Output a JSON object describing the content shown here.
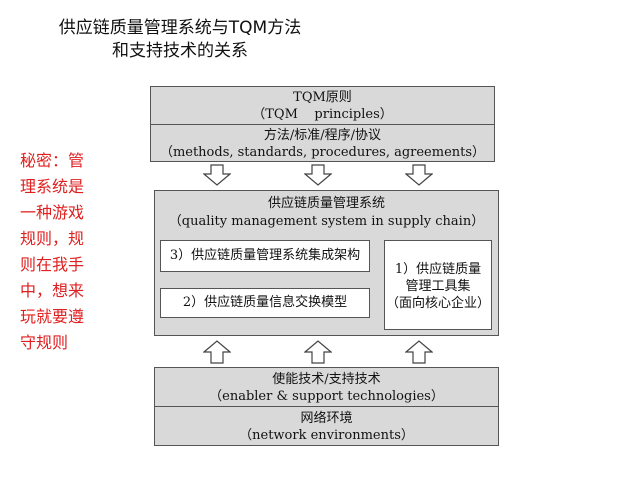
{
  "title": {
    "line1": "供应链质量管理系统与TQM方法",
    "line2": "和支持技术的关系"
  },
  "side_note": [
    "秘密：管",
    "理系统是",
    "一种游戏",
    "规则，规",
    "则在我手",
    "中，想来",
    "玩就要遵",
    "守规则"
  ],
  "tqm": {
    "principle_cn": "TQM原则",
    "principle_en": "（TQM    principles）",
    "methods_cn": "方法/标准/程序/协议",
    "methods_en": "（methods, standards, procedures, agreements）"
  },
  "qms": {
    "title_cn": "供应链质量管理系统",
    "title_en": "（quality management system in supply chain）",
    "item3": "3）供应链质量管理系统集成架构",
    "item2": "2）供应链质量信息交换模型",
    "item1_line1": "1）供应链质量",
    "item1_line2": "管理工具集",
    "item1_line3": "（面向核心企业）"
  },
  "enabler": {
    "tech_cn": "使能技术/支持技术",
    "tech_en": "（enabler & support technologies）",
    "network_cn": "网络环境",
    "network_en": "（network environments）"
  },
  "colors": {
    "shade": "#d9d9d9",
    "border": "#555555",
    "note_red": "#e02020"
  }
}
